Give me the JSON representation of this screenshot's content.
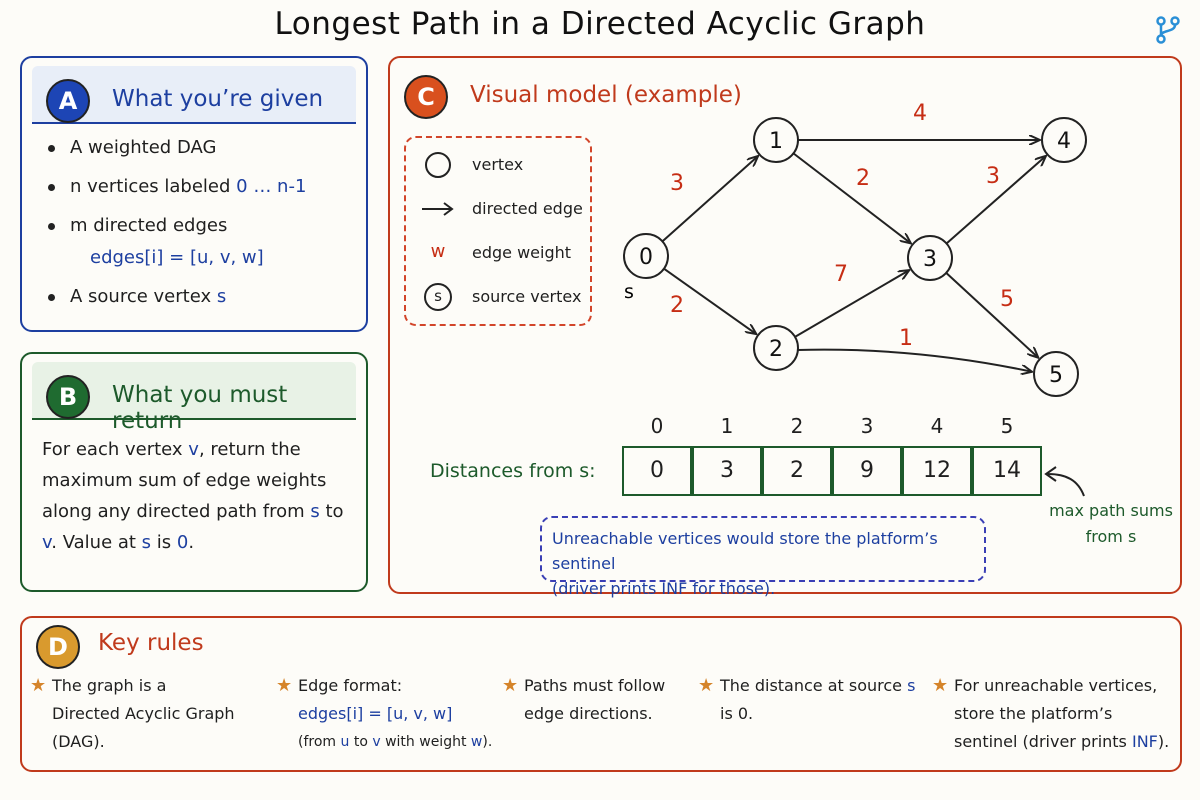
{
  "title": "Longest Path in a Directed Acyclic Graph",
  "logo_icon": "branch-icon",
  "colors": {
    "blue": "#1d3fa0",
    "green": "#1d5a2b",
    "red": "#c03a1c",
    "orange": "#d99a2e"
  },
  "panel_a": {
    "badge": "A",
    "title": "What you’re given",
    "items": [
      {
        "text": "A weighted DAG"
      },
      {
        "text": "n vertices labeled ",
        "code": "0 … n-1"
      },
      {
        "text": "m directed edges",
        "code_line": "edges[i] = [u, v, w]"
      },
      {
        "text": "A source vertex ",
        "code": "s"
      }
    ]
  },
  "panel_b": {
    "badge": "B",
    "title": "What you must return",
    "text_1": "For each vertex ",
    "v1": "v",
    "text_2": ", return the maximum sum of edge weights along any directed path from ",
    "s1": "s",
    "text_3": " to ",
    "v2": "v",
    "text_4": ". Value at ",
    "s2": "s",
    "text_5": " is ",
    "zero": "0",
    "text_6": "."
  },
  "panel_c": {
    "badge": "C",
    "title": "Visual model (example)",
    "legend": [
      {
        "symbol": "circle-icon",
        "label": "vertex"
      },
      {
        "symbol": "arrow-icon",
        "label": "directed edge"
      },
      {
        "symbol": "w",
        "label": "edge weight"
      },
      {
        "symbol": "s",
        "label": "source vertex"
      }
    ],
    "graph": {
      "source_label": "s",
      "nodes": [
        {
          "id": "0"
        },
        {
          "id": "1"
        },
        {
          "id": "2"
        },
        {
          "id": "3"
        },
        {
          "id": "4"
        },
        {
          "id": "5"
        }
      ],
      "edges": [
        {
          "from": "0",
          "to": "1",
          "weight": "3"
        },
        {
          "from": "0",
          "to": "2",
          "weight": "2"
        },
        {
          "from": "1",
          "to": "4",
          "weight": "4"
        },
        {
          "from": "1",
          "to": "3",
          "weight": "2"
        },
        {
          "from": "2",
          "to": "3",
          "weight": "7"
        },
        {
          "from": "3",
          "to": "4",
          "weight": "3"
        },
        {
          "from": "3",
          "to": "5",
          "weight": "5"
        },
        {
          "from": "2",
          "to": "5",
          "weight": "1"
        }
      ]
    },
    "distances_label": "Distances from s:",
    "indices": [
      "0",
      "1",
      "2",
      "3",
      "4",
      "5"
    ],
    "distances": [
      "0",
      "3",
      "2",
      "9",
      "12",
      "14"
    ],
    "max_note_1": "max path sums",
    "max_note_2": "from ",
    "max_note_s": "s",
    "unreachable_1": "Unreachable vertices would store the platform’s sentinel",
    "unreachable_2": "(driver prints INF for those)."
  },
  "panel_d": {
    "badge": "D",
    "title": "Key rules",
    "rules": [
      {
        "line1": "The graph is a",
        "line2": "Directed Acyclic Graph (DAG)."
      },
      {
        "line1": "Edge format:",
        "line2": "edges[i] = [u, v, w]",
        "line3_a": "(from ",
        "line3_u": "u",
        "line3_b": " to ",
        "line3_v": "v",
        "line3_c": " with weight ",
        "line3_w": "w",
        "line3_d": ")."
      },
      {
        "line1": "Paths must follow",
        "line2": "edge directions."
      },
      {
        "line1": "The distance at source ",
        "line1_s": "s",
        "line2": "is 0."
      },
      {
        "line1": "For unreachable vertices,",
        "line2": "store the platform’s",
        "line3_a": "sentinel (driver prints ",
        "line3_inf": "INF",
        "line3_b": ")."
      }
    ]
  }
}
